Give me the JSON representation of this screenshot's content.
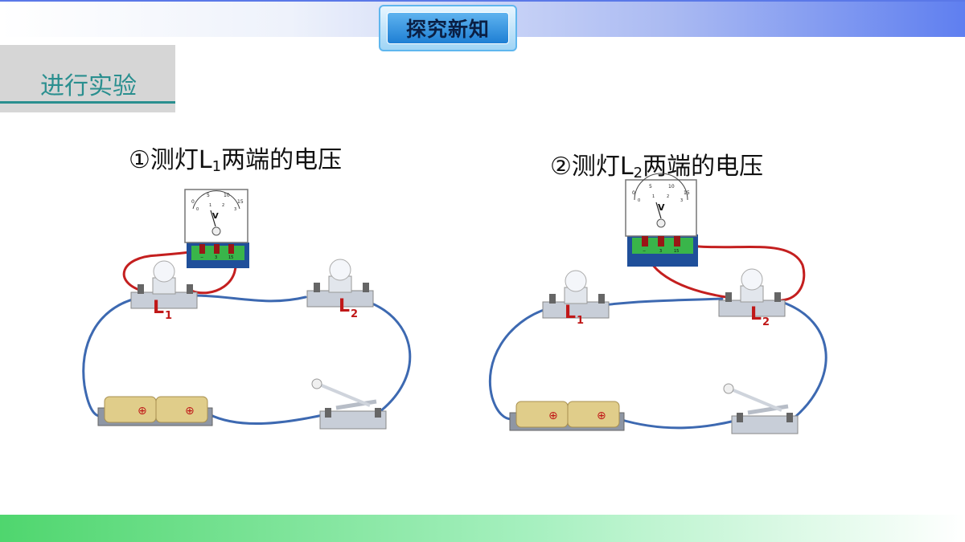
{
  "header": {
    "badge_title": "探究新知"
  },
  "section": {
    "title": "进行实验"
  },
  "experiments": [
    {
      "index": "①",
      "caption_pre": "测灯L",
      "caption_sub": "1",
      "caption_post": "两端的电压",
      "lamp_labels": [
        {
          "letter": "L",
          "sub": "1"
        },
        {
          "letter": "L",
          "sub": "2"
        }
      ]
    },
    {
      "index": "②",
      "caption_pre": "测灯L",
      "caption_sub": "2",
      "caption_post": "两端的电压",
      "lamp_labels": [
        {
          "letter": "L",
          "sub": "1"
        },
        {
          "letter": "L",
          "sub": "2"
        }
      ]
    }
  ],
  "voltmeter": {
    "unit": "V",
    "scale_top": [
      "0",
      "5",
      "10",
      "15"
    ],
    "scale_bottom": [
      "0",
      "1",
      "2",
      "3"
    ],
    "terminals": [
      "−",
      "3",
      "15"
    ]
  },
  "battery": {
    "cell_symbol": "⊕"
  },
  "colors": {
    "wire": "#3d69b1",
    "meter_wire": "#c41f1f",
    "label_red": "#c01818",
    "accent_teal": "#2a8f8f"
  }
}
